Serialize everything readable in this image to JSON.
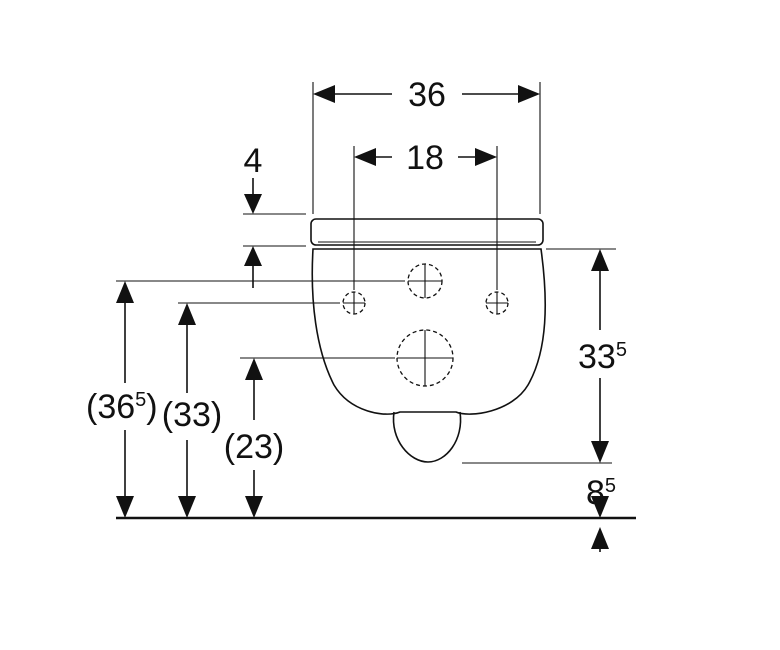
{
  "dimensions": {
    "overall_width": {
      "value": "36"
    },
    "fixing_spacing": {
      "value": "18"
    },
    "seat_height": {
      "value": "4"
    },
    "bowl_height": {
      "value": "33",
      "sup": "5"
    },
    "bottom_offset": {
      "value": "8",
      "sup": "5"
    },
    "height_top": {
      "value": "(36",
      "sup": "5",
      "close": ")"
    },
    "height_fixing": {
      "value": "(33)"
    },
    "height_outlet": {
      "value": "(23)"
    }
  }
}
